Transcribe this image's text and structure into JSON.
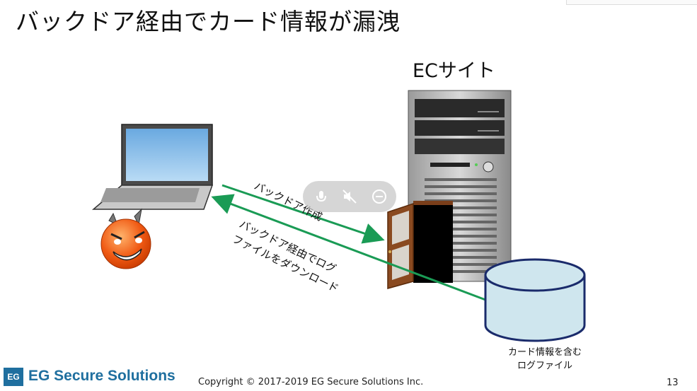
{
  "slide": {
    "title": "バックドア経由でカード情報が漏洩",
    "page_number": "13"
  },
  "diagram": {
    "server_label": "ECサイト",
    "arrow_out_label": "バックドア作成",
    "arrow_back_label_line1": "バックドア経由でログ",
    "arrow_back_label_line2": "ファイルをダウンロード",
    "database_label_line1": "カード情報を含む",
    "database_label_line2": "ログファイル",
    "colors": {
      "arrow": "#1a9b55",
      "database_fill": "#cfe6ee",
      "database_stroke": "#1a2b6b",
      "laptop_screen": "#8ec4ea",
      "server_body": "#2a2a2a",
      "door_wood": "#7a3e1a",
      "devil_face": "#f05a14"
    }
  },
  "footer": {
    "logo_mark": "EG",
    "logo_text": "EG Secure Solutions",
    "copyright": "Copyright © 2017-2019 EG Secure Solutions Inc."
  },
  "media_overlay": {
    "icons": [
      "microphone-icon",
      "mute-icon",
      "minus-circle-icon"
    ]
  }
}
